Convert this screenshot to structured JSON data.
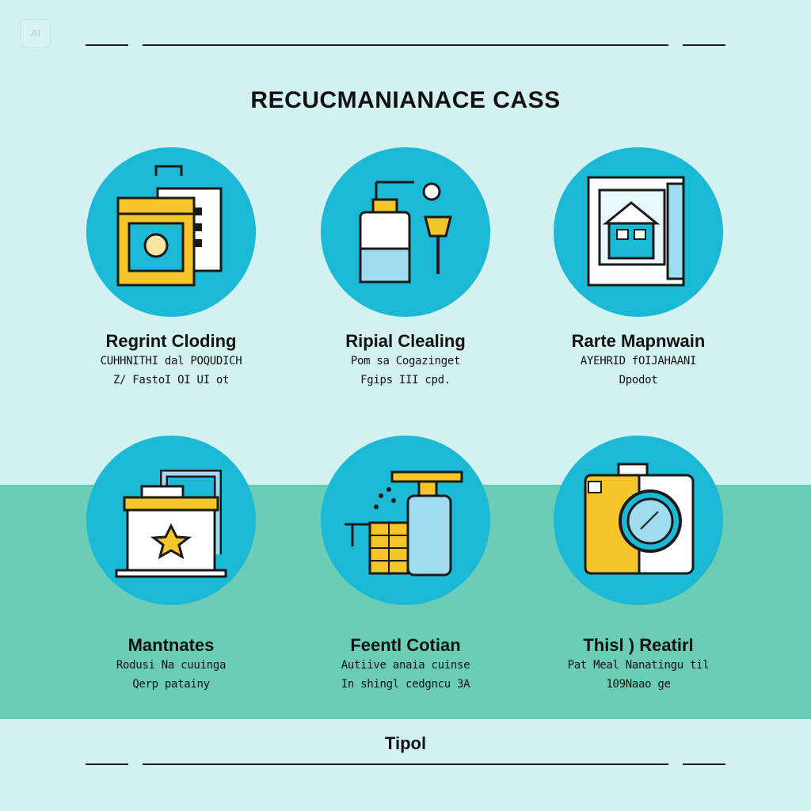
{
  "badge": "AI",
  "title": "RECUCMANIANACE CASS",
  "cards": [
    {
      "title": "Regrint Cloding",
      "line1": "CUHHNITHI dal POQUDICH",
      "line2": "Z/ FastoI OI UI ot"
    },
    {
      "title": "Ripial Clealing",
      "line1": "Pom sa Cogazinget",
      "line2": "Fgips III cpd."
    },
    {
      "title": "Rarte Mapnwain",
      "line1": "AYEHRID fOIJAHAANI",
      "line2": "Dpodot"
    },
    {
      "title": "Mantnates",
      "line1": "Rodusi Na cuuinga",
      "line2": "Qerp patainy"
    },
    {
      "title": "Feentl Cotian",
      "line1": "Autiive anaia cuinse",
      "line2": "In shingl cedgncu 3A"
    },
    {
      "title": "Thisl ) Reatirl",
      "line1": "Pat Meal Nanatingu til",
      "line2": "109Naao ge"
    }
  ],
  "footer": "Tipol",
  "icons": [
    "washing-machine-icon",
    "spray-bottle-icon",
    "window-frame-icon",
    "heater-box-icon",
    "spray-cleaner-icon",
    "camera-icon"
  ],
  "colors": {
    "background": "#d3f1f1",
    "band": "#6ccdb7",
    "circle": "#1cb9d6",
    "yellow": "#f7c52a",
    "ink": "#1a1a1a"
  }
}
